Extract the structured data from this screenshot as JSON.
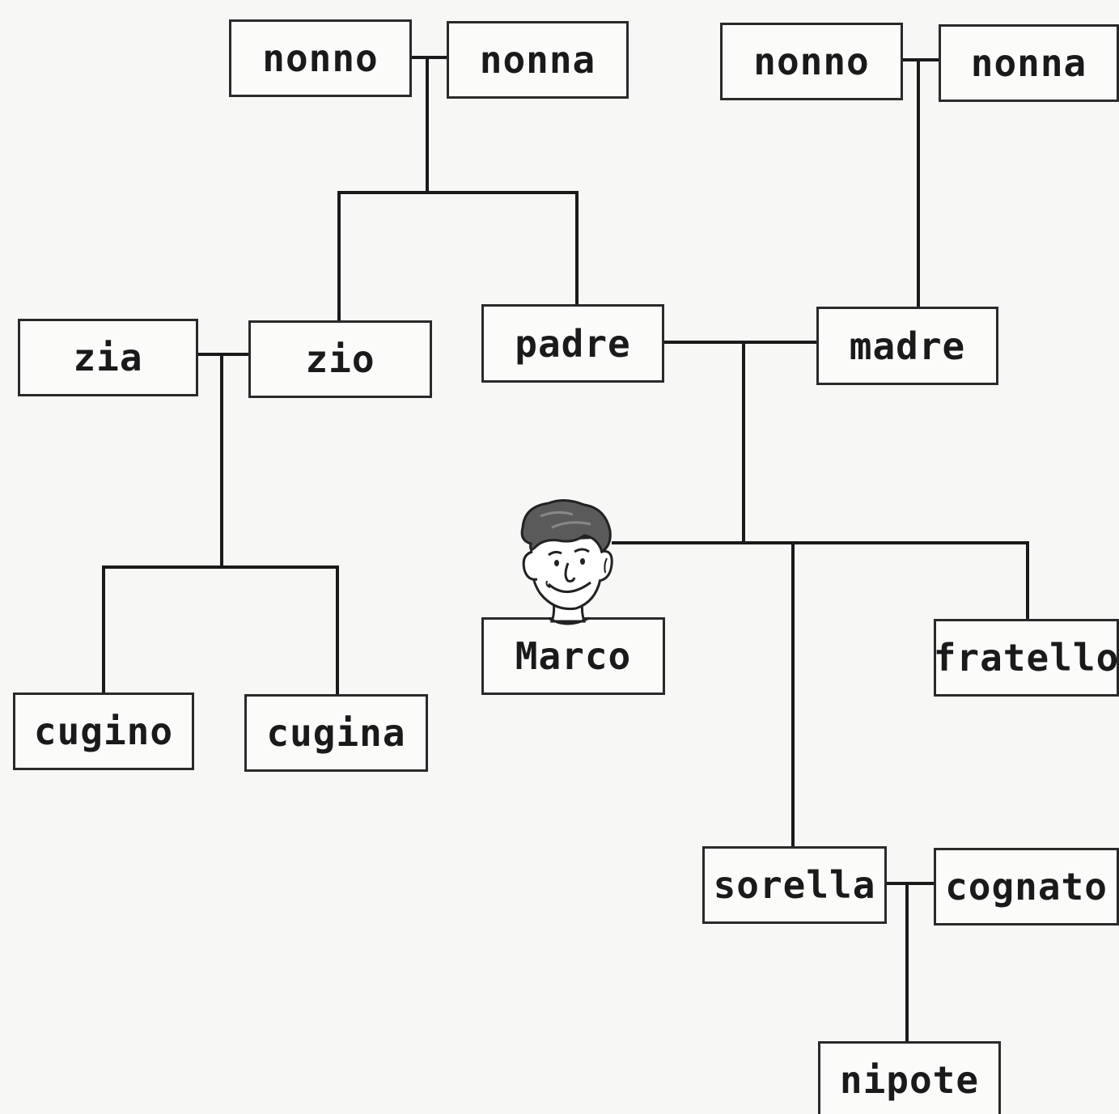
{
  "tree": {
    "paternal_grandfather": "nonno",
    "paternal_grandmother": "nonna",
    "maternal_grandfather": "nonno",
    "maternal_grandmother": "nonna",
    "aunt": "zia",
    "uncle": "zio",
    "father": "padre",
    "mother": "madre",
    "self": "Marco",
    "brother": "fratello",
    "male_cousin": "cugino",
    "female_cousin": "cugina",
    "sister": "sorella",
    "brother_in_law": "cognato",
    "nephew": "nipote"
  }
}
